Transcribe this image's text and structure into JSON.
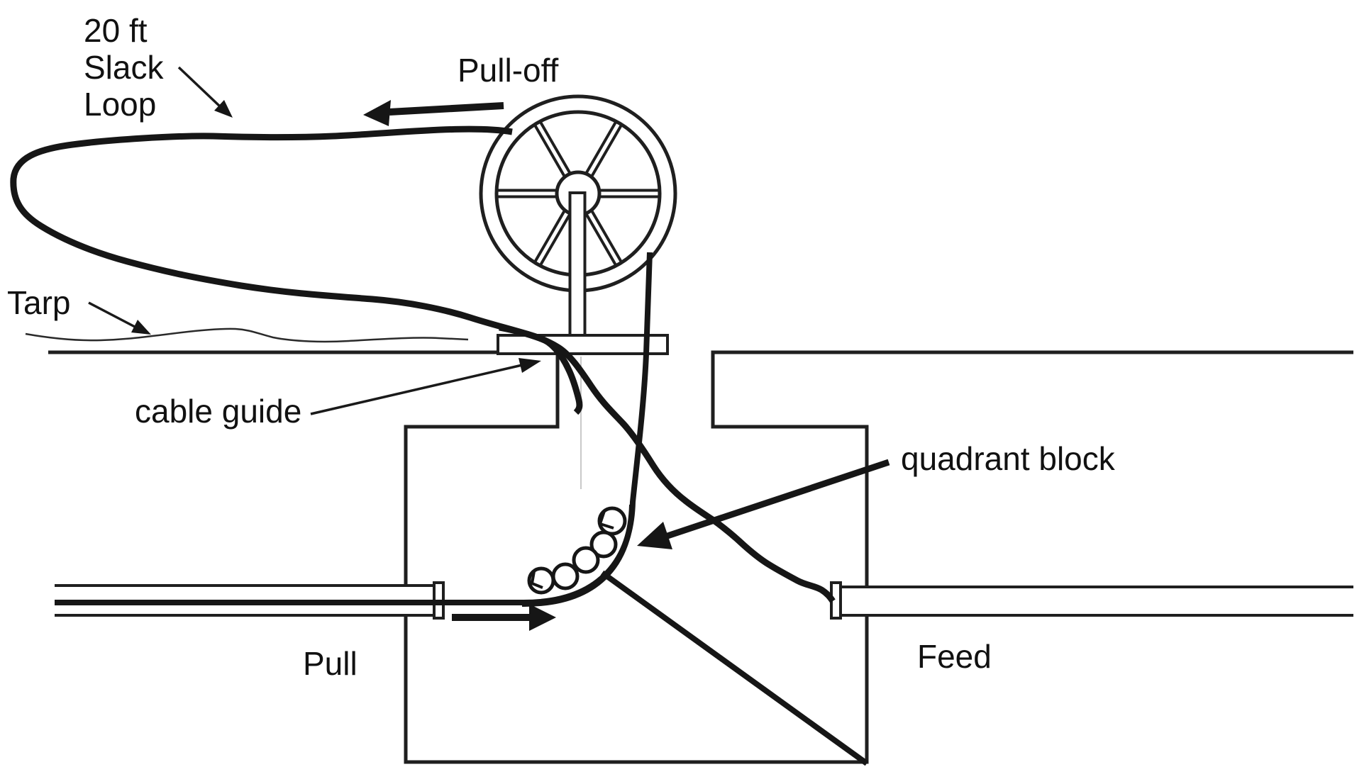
{
  "diagram": {
    "type": "technical-line-diagram",
    "subject": "Cable pull-off through intermediate manhole with quadrant block",
    "labels": {
      "slack_loop": [
        "20 ft",
        "Slack",
        "Loop"
      ],
      "pull_off": "Pull-off",
      "tarp": "Tarp",
      "cable_guide": "cable guide",
      "quadrant_block": "quadrant block",
      "pull": "Pull",
      "feed": "Feed"
    },
    "roller_count": 5,
    "reel_spoke_count": 6,
    "colors": {
      "ink": "#1a1a1a",
      "background": "#ffffff",
      "faint_guide_line": "#c9c9c9"
    }
  }
}
